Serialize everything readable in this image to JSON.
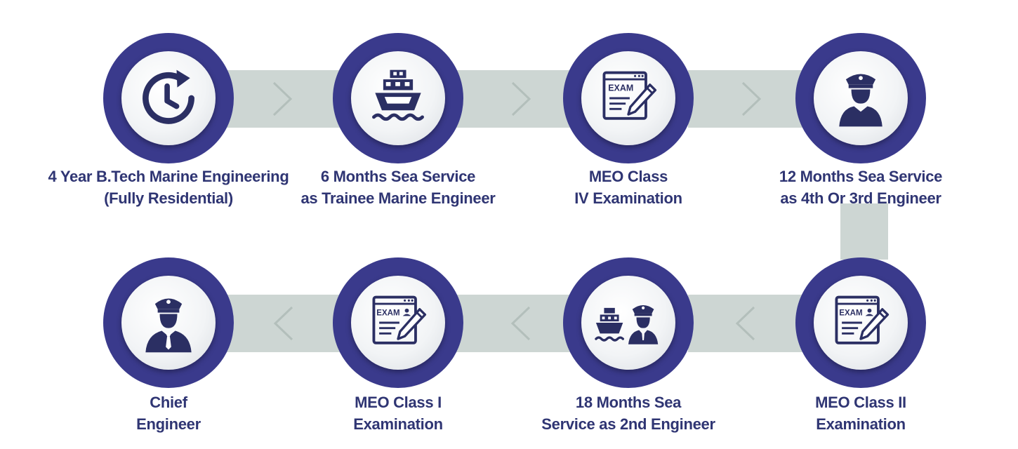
{
  "colors": {
    "ring": "#3a3a8c",
    "connector": "#cdd6d3",
    "chevron": "#b3bfbb",
    "icon": "#2b2f63",
    "label": "#2f3573"
  },
  "steps": [
    {
      "icon": "clock-refresh-icon",
      "label_lines": [
        "4 Year B.Tech Marine Engineering",
        "(Fully Residential)"
      ]
    },
    {
      "icon": "ship-icon",
      "label_lines": [
        "6 Months Sea Service",
        "as Trainee Marine Engineer"
      ]
    },
    {
      "icon": "exam-icon",
      "label_lines": [
        "MEO Class",
        "IV Examination"
      ]
    },
    {
      "icon": "captain-icon",
      "label_lines": [
        "12 Months Sea Service",
        "as 4th Or 3rd Engineer"
      ]
    },
    {
      "icon": "exam-user-icon",
      "label_lines": [
        "MEO Class II",
        "Examination"
      ]
    },
    {
      "icon": "ship-captain-icon",
      "label_lines": [
        "18 Months Sea",
        "Service as 2nd Engineer"
      ]
    },
    {
      "icon": "exam-user-icon",
      "label_lines": [
        "MEO Class I",
        "Examination"
      ]
    },
    {
      "icon": "chief-engineer-icon",
      "label_lines": [
        "Chief",
        "Engineer"
      ]
    }
  ]
}
